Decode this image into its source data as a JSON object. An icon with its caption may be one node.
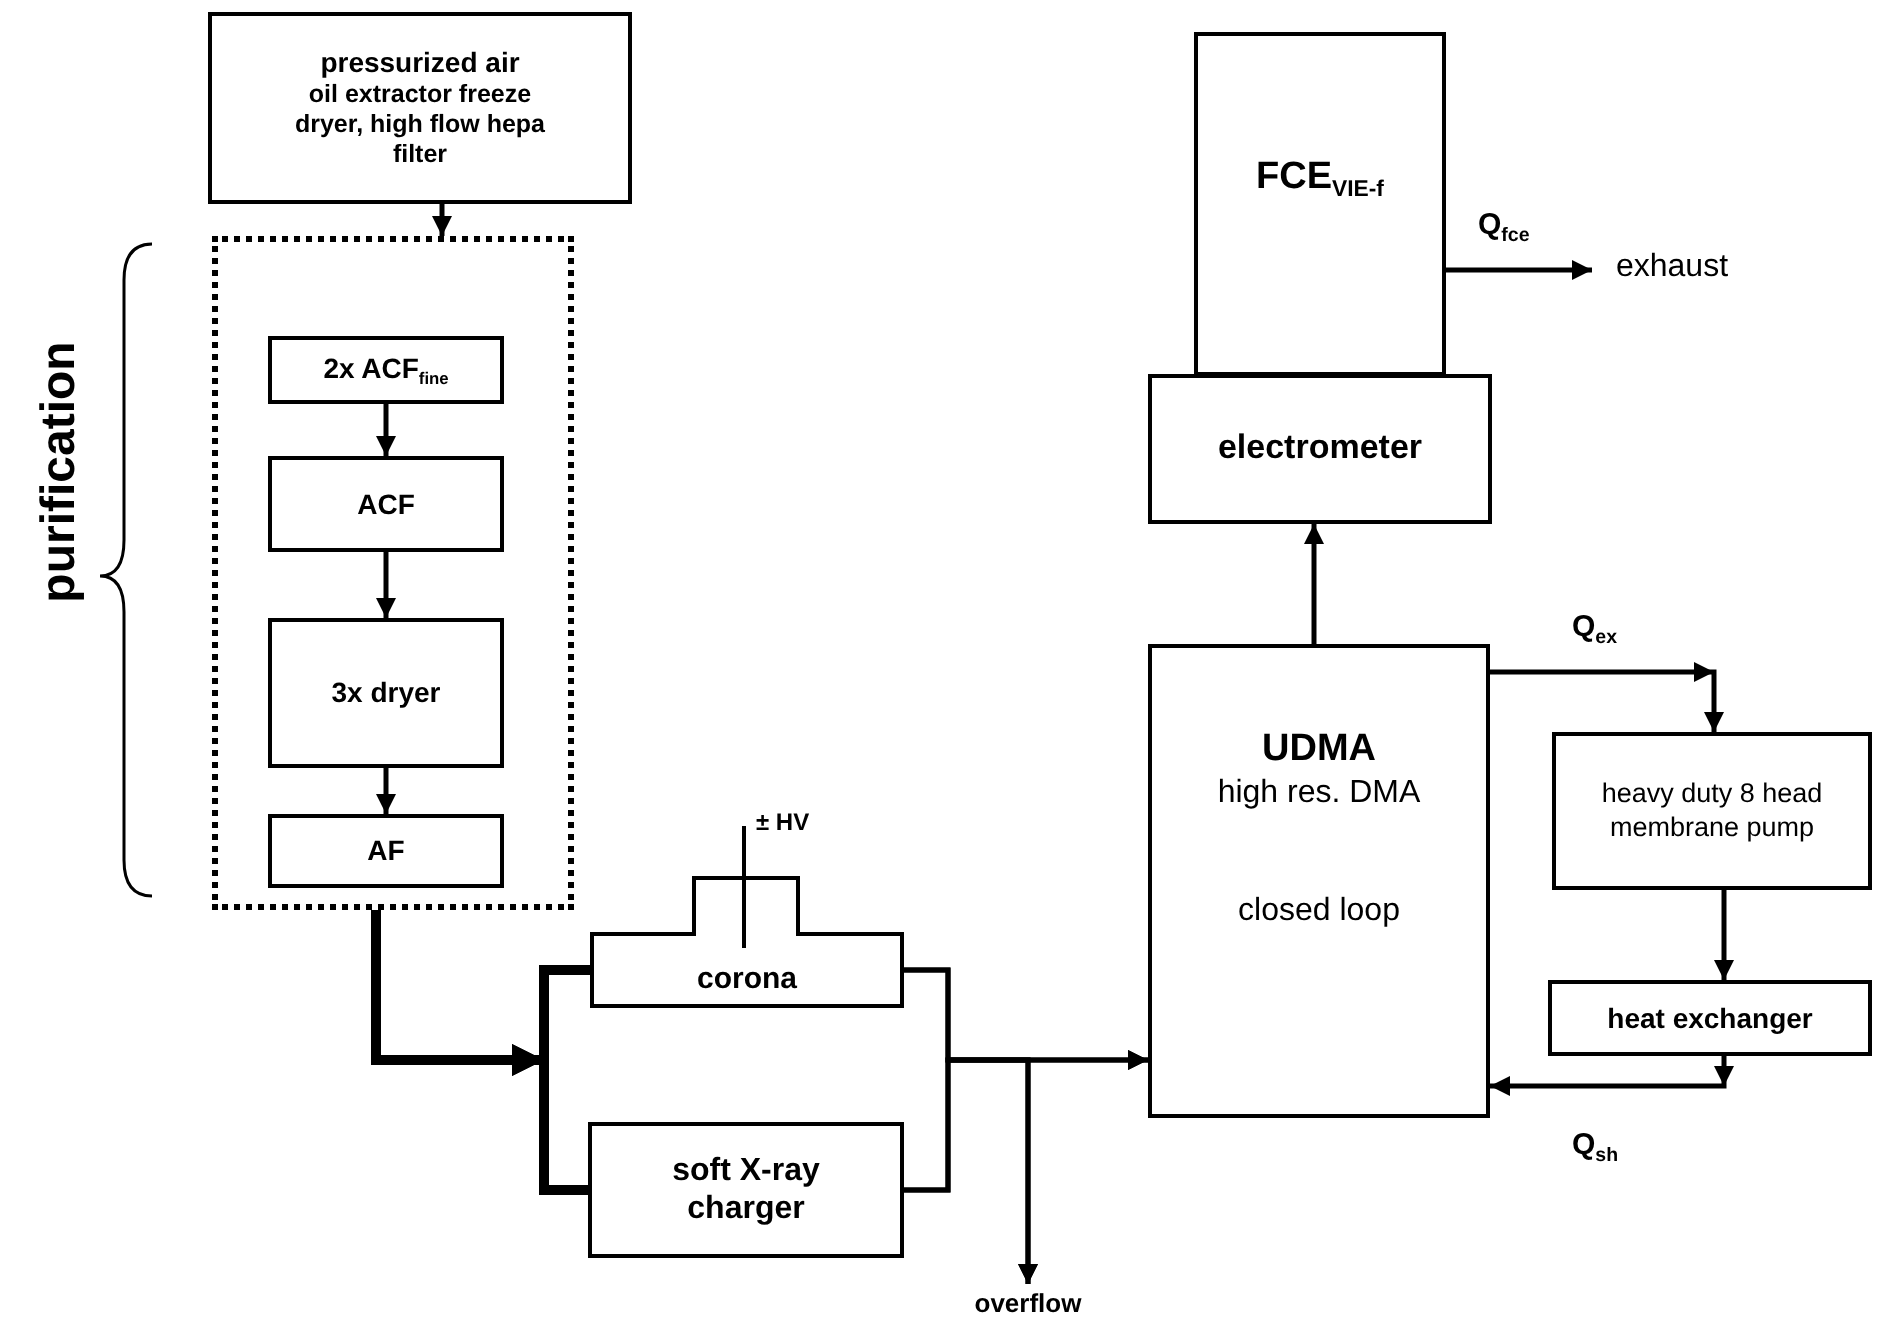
{
  "diagram": {
    "nodes": [
      {
        "text": [
          "pressurized air",
          "oil extractor freeze dryer, high flow hepa filter"
        ]
      },
      {
        "text": [],
        "shape": "box",
        "beside": [
          "purification"
        ]
      },
      {
        "text": [
          "2x ACF$_{fine}$"
        ],
        "in": 1
      },
      {
        "text": [
          "ACF"
        ],
        "in": 1
      },
      {
        "text": [
          "3x dryer"
        ],
        "in": 1
      },
      {
        "text": [
          "AF"
        ],
        "in": 1
      },
      {
        "text": [
          "corona"
        ]
      },
      {
        "text": [
          "soft X-ray charger"
        ]
      },
      {
        "text": [
          "overflow"
        ]
      },
      {
        "text": [
          "UDMA",
          "high res. DMA",
          "closed loop"
        ]
      },
      {
        "text": [
          "electrometer"
        ]
      },
      {
        "text": [
          "FCE$_{VIE-f}$"
        ]
      },
      {
        "text": [
          "exhaust"
        ]
      },
      {
        "text": [
          "heavy duty 8 head membrane pump"
        ]
      },
      {
        "text": [
          "heat exchanger"
        ]
      }
    ],
    "edges": [
      {
        "from": 0,
        "to": 1,
        "arrow": "to"
      },
      {
        "from": 2,
        "to": 3,
        "arrow": "to"
      },
      {
        "from": 3,
        "to": 4,
        "arrow": "to"
      },
      {
        "from": 4,
        "to": 5,
        "arrow": "to"
      },
      {
        "from": 1,
        "to": 6,
        "arrow": "to",
        "style": "thick"
      },
      {
        "from": 1,
        "to": 7,
        "arrow": "to",
        "style": "thick"
      },
      {
        "from": 6,
        "to": 9,
        "arrow": "to"
      },
      {
        "from": 7,
        "to": 9,
        "arrow": "to"
      },
      {
        "from": 6,
        "to": 8,
        "arrow": "to"
      },
      {
        "from": 7,
        "to": 8,
        "arrow": "to"
      },
      {
        "from": 9,
        "to": 10,
        "arrow": "to"
      },
      {
        "from": 11,
        "to": 12,
        "arrow": "to",
        "label": "Q$_{fce}$"
      },
      {
        "from": 9,
        "to": 13,
        "arrow": "to",
        "label": "Q$_{ex}$"
      },
      {
        "from": 13,
        "to": 14,
        "arrow": "to"
      },
      {
        "from": 14,
        "to": 9,
        "arrow": "to",
        "label": "Q$_{sh}$"
      }
    ],
    "labels": [
      "± HV"
    ]
  }
}
